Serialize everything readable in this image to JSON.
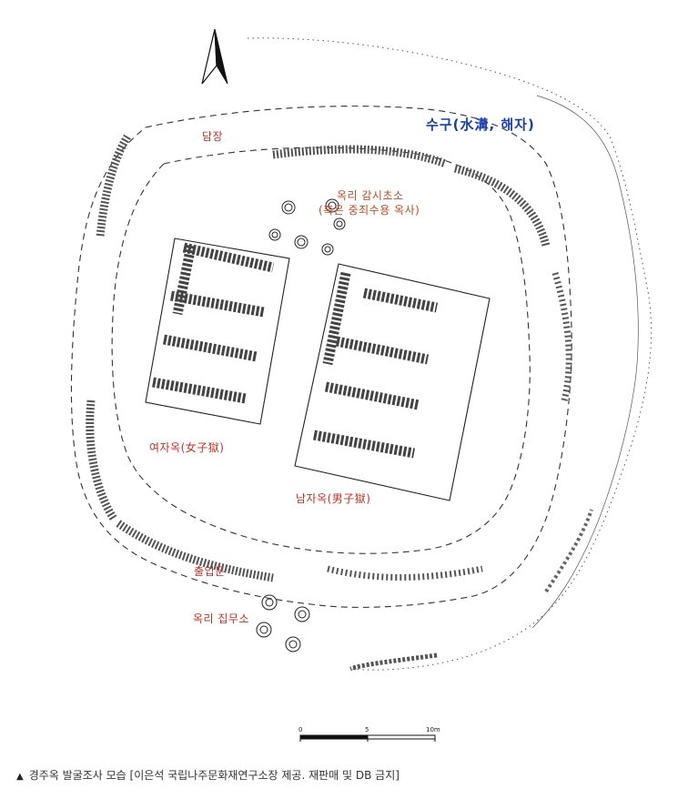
{
  "labels": {
    "wall": "담장",
    "ditch": "수구(水溝, 해자)",
    "watch_line1": "옥리 감시초소",
    "watch_line2": "(혹은 중죄수용 옥사)",
    "women_prison": "여자옥(女子獄)",
    "men_prison": "남자옥(男子獄)",
    "entrance": "출입문",
    "office": "옥리 집무소"
  },
  "scale": {
    "zero": "0",
    "mid": "5",
    "end": "10m"
  },
  "caption": {
    "marker": "▲",
    "text": "경주옥 발굴조사 모습 [이은석 국립나주문화재연구소장 제공. 재판매 및 DB 금지]"
  },
  "colors": {
    "label_red": "#b8332b",
    "label_brown": "#b0502a",
    "label_blue": "#1b3fa8",
    "stones": "#333333"
  }
}
